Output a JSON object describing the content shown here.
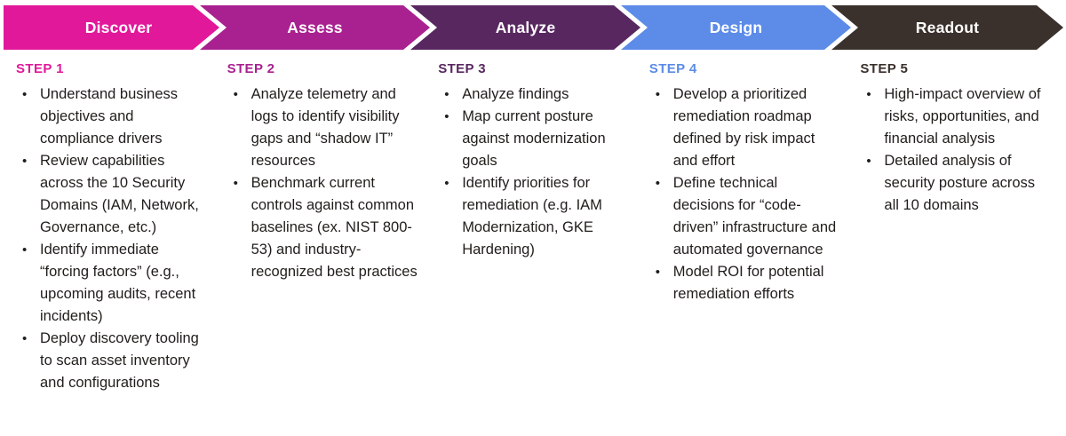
{
  "banner": {
    "stages": [
      {
        "label": "Discover",
        "color": "#E2189A"
      },
      {
        "label": "Assess",
        "color": "#A92190"
      },
      {
        "label": "Analyze",
        "color": "#582760"
      },
      {
        "label": "Design",
        "color": "#5C8BE8"
      },
      {
        "label": "Readout",
        "color": "#3A302C"
      }
    ]
  },
  "columns": [
    {
      "step_label": "STEP 1",
      "color": "#E2189A",
      "bullets": [
        "Understand business objectives and compliance drivers",
        "Review capabilities across the 10 Security Domains (IAM, Network, Governance, etc.)",
        "Identify immediate “forcing factors” (e.g., upcoming audits, recent incidents)",
        "Deploy discovery tooling to scan asset inventory and configurations"
      ]
    },
    {
      "step_label": "STEP 2",
      "color": "#A92190",
      "bullets": [
        "Analyze telemetry and logs to identify visibility gaps and “shadow IT” resources",
        "Benchmark current controls against common baselines (ex. NIST 800-53) and industry-recognized best practices"
      ]
    },
    {
      "step_label": "STEP 3",
      "color": "#582760",
      "bullets": [
        "Analyze findings",
        "Map current posture against modernization goals",
        "Identify priorities for remediation (e.g. IAM Modernization, GKE Hardening)"
      ]
    },
    {
      "step_label": "STEP 4",
      "color": "#5C8BE8",
      "bullets": [
        "Develop a prioritized remediation roadmap defined by risk impact and effort",
        "Define technical decisions for “code-driven” infrastructure and automated governance",
        "Model ROI for potential remediation efforts"
      ]
    },
    {
      "step_label": "STEP 5",
      "color": "#3A302C",
      "bullets": [
        "High-impact overview of risks, opportunities, and financial analysis",
        "Detailed analysis of security posture across all 10 domains"
      ]
    }
  ]
}
